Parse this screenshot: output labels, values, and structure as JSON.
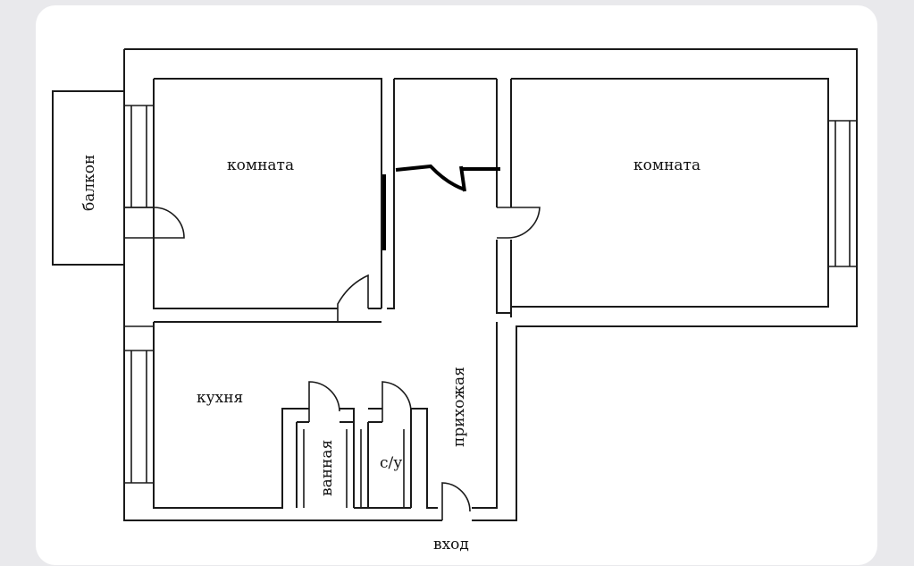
{
  "rooms": {
    "room_left": "комната",
    "room_right": "комната",
    "balcony": "балкон",
    "kitchen": "кухня",
    "bathroom": "ванная",
    "toilet": "с/у",
    "hallway": "прихожая",
    "entrance": "вход"
  },
  "colors": {
    "wall": "#1a1a1a",
    "card": "#ffffff",
    "background": "#e9e9ec"
  }
}
